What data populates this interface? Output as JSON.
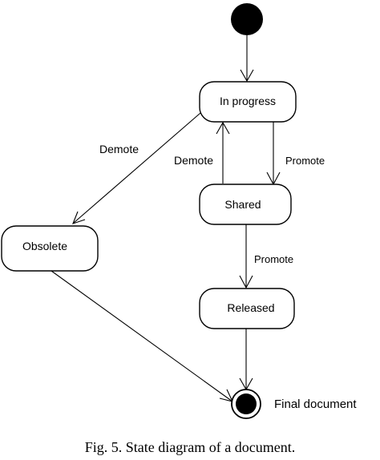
{
  "states": {
    "in_progress": "In progress",
    "shared": "Shared",
    "released": "Released",
    "obsolete": "Obsolete"
  },
  "transitions": {
    "in_progress_to_shared": "Promote",
    "shared_to_in_progress": "Demote",
    "in_progress_to_obsolete": "Demote",
    "shared_to_released": "Promote"
  },
  "final_label": "Final document",
  "caption": "Fig. 5.  State diagram of a document.",
  "colors": {
    "foreground": "#000000",
    "background": "#ffffff"
  }
}
